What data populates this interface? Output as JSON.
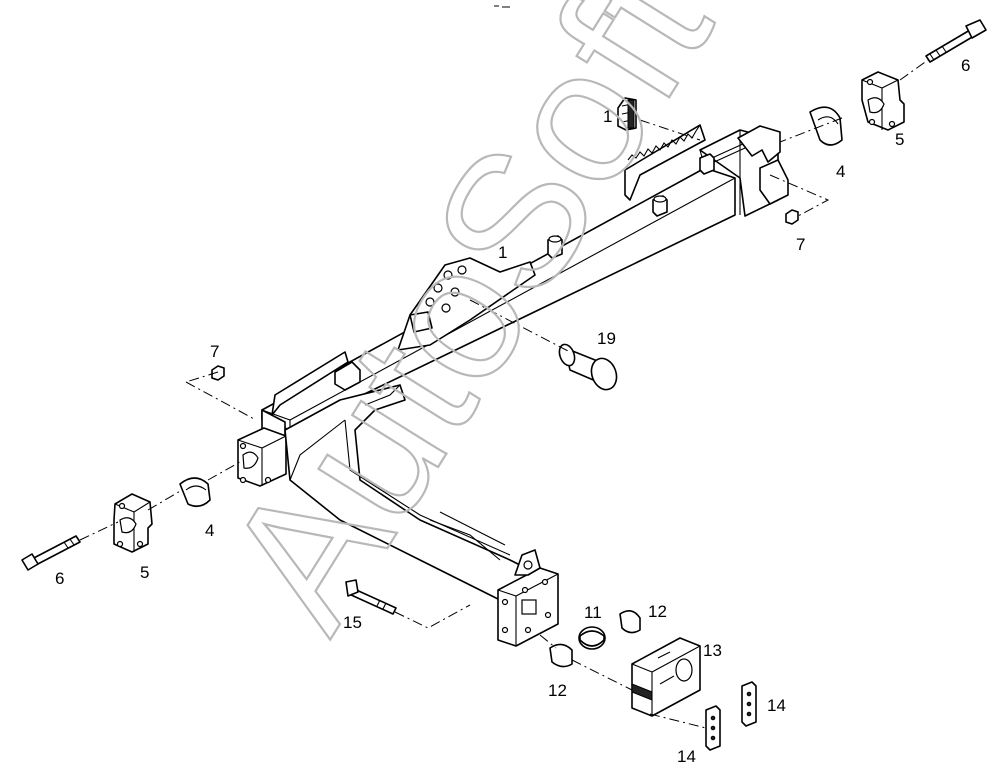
{
  "watermark": "AutoSoft",
  "callouts": {
    "c1a": "1",
    "c1b": "1",
    "c4a": "4",
    "c4b": "4",
    "c5a": "5",
    "c5b": "5",
    "c6a": "6",
    "c6b": "6",
    "c7a": "7",
    "c7b": "7",
    "c11": "11",
    "c12a": "12",
    "c12b": "12",
    "c13": "13",
    "c14a": "14",
    "c14b": "14",
    "c15": "15",
    "c19": "19"
  }
}
